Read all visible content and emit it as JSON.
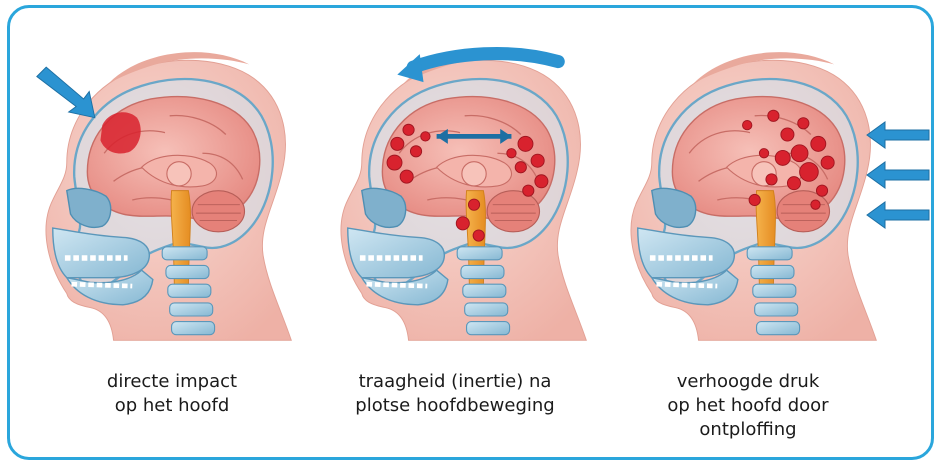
{
  "panels": [
    {
      "id": "direct",
      "caption_line1": "directe impact",
      "caption_line2": "op het hoofd",
      "caption_line3": ""
    },
    {
      "id": "inertia",
      "caption_line1": "traagheid (inertie) na",
      "caption_line2": "plotse hoofdbeweging",
      "caption_line3": ""
    },
    {
      "id": "pressure",
      "caption_line1": "verhoogde druk",
      "caption_line2": "op het hoofd door",
      "caption_line3": "ontploffing"
    }
  ],
  "colors": {
    "frame": "#2aa6dc",
    "arrow": "#2b93d1",
    "skin": "#f4c8bf",
    "brain": "#ec9a94",
    "bleed": "#d8222e",
    "skull": "#9ec9df",
    "spine": "#f3a23a"
  }
}
